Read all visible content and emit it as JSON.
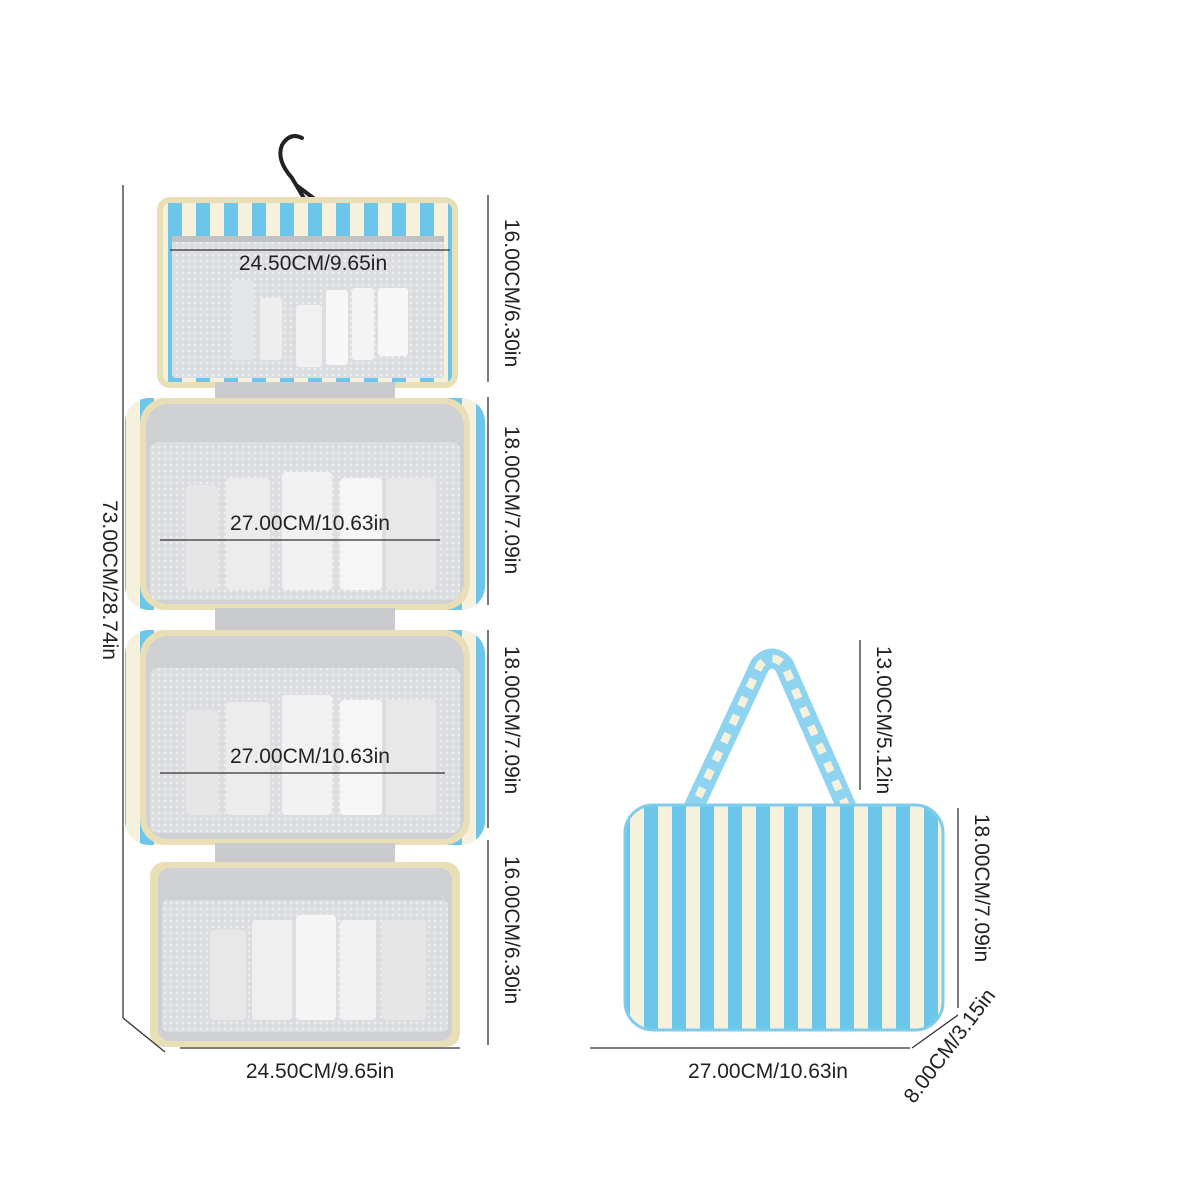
{
  "hanging_organizer": {
    "top_width": "24.50CM/9.65in",
    "top_height": "16.00CM/6.30in",
    "middle1_width": "27.00CM/10.63in",
    "middle1_height": "18.00CM/7.09in",
    "middle2_width": "27.00CM/10.63in",
    "middle2_height": "18.00CM/7.09in",
    "bottom_height": "16.00CM/6.30in",
    "bottom_width": "24.50CM/9.65in",
    "total_length": "73.00CM/28.74in"
  },
  "folded_bag": {
    "handle_height": "13.00CM/5.12in",
    "body_height": "18.00CM/7.09in",
    "width": "27.00CM/10.63in",
    "depth": "8.00CM/3.15in"
  },
  "colors": {
    "stripe_blue": "#6cc6ea",
    "stripe_cream": "#f6f1dc",
    "mesh_gray": "#d9dadc",
    "lining_gray": "#c9cbce",
    "piping_beige": "#e9dfb6"
  }
}
